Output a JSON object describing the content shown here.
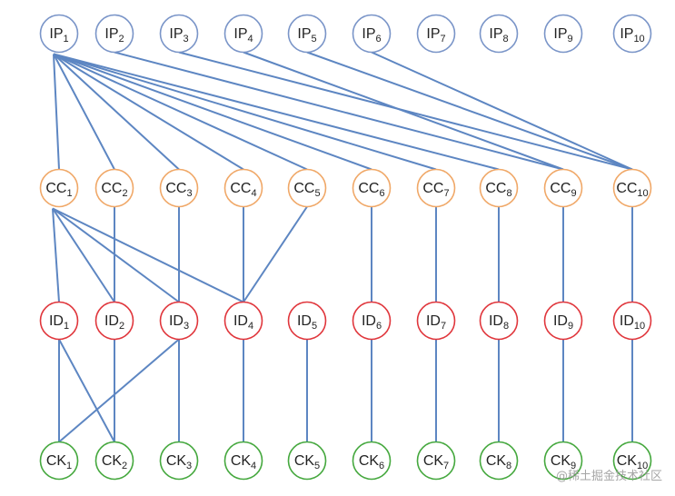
{
  "rows": [
    {
      "id": "ip",
      "prefix": "IP",
      "color": "#7a95c8",
      "nodes": [
        "1",
        "2",
        "3",
        "4",
        "5",
        "6",
        "7",
        "8",
        "9",
        "10"
      ]
    },
    {
      "id": "cc",
      "prefix": "CC",
      "color": "#f0a868",
      "nodes": [
        "1",
        "2",
        "3",
        "4",
        "5",
        "6",
        "7",
        "8",
        "9",
        "10"
      ]
    },
    {
      "id": "id",
      "prefix": "ID",
      "color": "#e0363c",
      "nodes": [
        "1",
        "2",
        "3",
        "4",
        "5",
        "6",
        "7",
        "8",
        "9",
        "10"
      ]
    },
    {
      "id": "ck",
      "prefix": "CK",
      "color": "#45a83e",
      "nodes": [
        "1",
        "2",
        "3",
        "4",
        "5",
        "6",
        "7",
        "8",
        "9",
        "10"
      ]
    }
  ],
  "edge_color": "#5d86c2",
  "edges": [
    [
      "ip",
      1,
      "cc",
      1
    ],
    [
      "ip",
      1,
      "cc",
      2
    ],
    [
      "ip",
      1,
      "cc",
      3
    ],
    [
      "ip",
      1,
      "cc",
      4
    ],
    [
      "ip",
      1,
      "cc",
      5
    ],
    [
      "ip",
      1,
      "cc",
      6
    ],
    [
      "ip",
      1,
      "cc",
      7
    ],
    [
      "ip",
      1,
      "cc",
      8
    ],
    [
      "ip",
      2,
      "cc",
      9
    ],
    [
      "ip",
      3,
      "cc",
      10
    ],
    [
      "ip",
      4,
      "cc",
      9
    ],
    [
      "ip",
      5,
      "cc",
      10
    ],
    [
      "ip",
      6,
      "cc",
      10
    ],
    [
      "cc",
      1,
      "id",
      1
    ],
    [
      "cc",
      1,
      "id",
      2
    ],
    [
      "cc",
      1,
      "id",
      3
    ],
    [
      "cc",
      1,
      "id",
      4
    ],
    [
      "cc",
      2,
      "id",
      2
    ],
    [
      "cc",
      3,
      "id",
      3
    ],
    [
      "cc",
      4,
      "id",
      4
    ],
    [
      "cc",
      5,
      "id",
      4
    ],
    [
      "cc",
      6,
      "id",
      6
    ],
    [
      "cc",
      7,
      "id",
      7
    ],
    [
      "cc",
      8,
      "id",
      8
    ],
    [
      "cc",
      9,
      "id",
      9
    ],
    [
      "cc",
      10,
      "id",
      10
    ],
    [
      "id",
      1,
      "ck",
      1
    ],
    [
      "id",
      1,
      "ck",
      2
    ],
    [
      "id",
      2,
      "ck",
      2
    ],
    [
      "id",
      3,
      "ck",
      1
    ],
    [
      "id",
      3,
      "ck",
      3
    ],
    [
      "id",
      4,
      "ck",
      4
    ],
    [
      "id",
      5,
      "ck",
      5
    ],
    [
      "id",
      6,
      "ck",
      6
    ],
    [
      "id",
      7,
      "ck",
      7
    ],
    [
      "id",
      8,
      "ck",
      8
    ],
    [
      "id",
      9,
      "ck",
      9
    ],
    [
      "id",
      10,
      "ck",
      10
    ]
  ],
  "watermark": "@稀土掘金技术社区"
}
